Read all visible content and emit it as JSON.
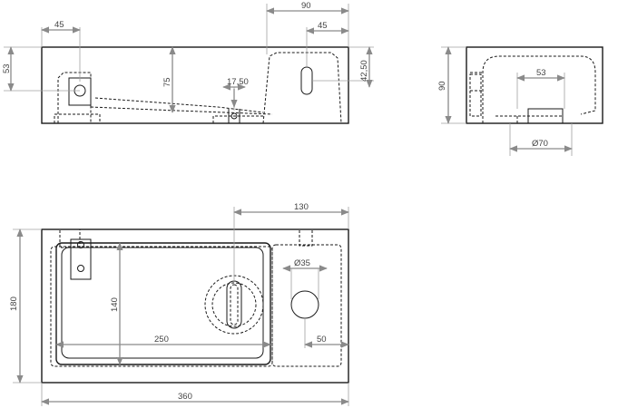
{
  "colors": {
    "line": "#1a1a1a",
    "dimension": "#8a8a8a",
    "text": "#444444",
    "background": "#ffffff"
  },
  "front_view": {
    "dims": {
      "left_offset": "45",
      "left_height": "53",
      "depth": "75",
      "drain_width": "17,50",
      "top_width": "90",
      "hole_offset": "45",
      "hole_height": "42,50"
    }
  },
  "side_view": {
    "dims": {
      "height": "90",
      "inner": "53",
      "drain_diameter": "Ø70"
    }
  },
  "top_view": {
    "dims": {
      "tap_offset": "130",
      "tap_hole": "Ø35",
      "bowl_depth": "140",
      "depth": "180",
      "bowl_width": "250",
      "side_offset": "50",
      "total_width": "360"
    }
  }
}
